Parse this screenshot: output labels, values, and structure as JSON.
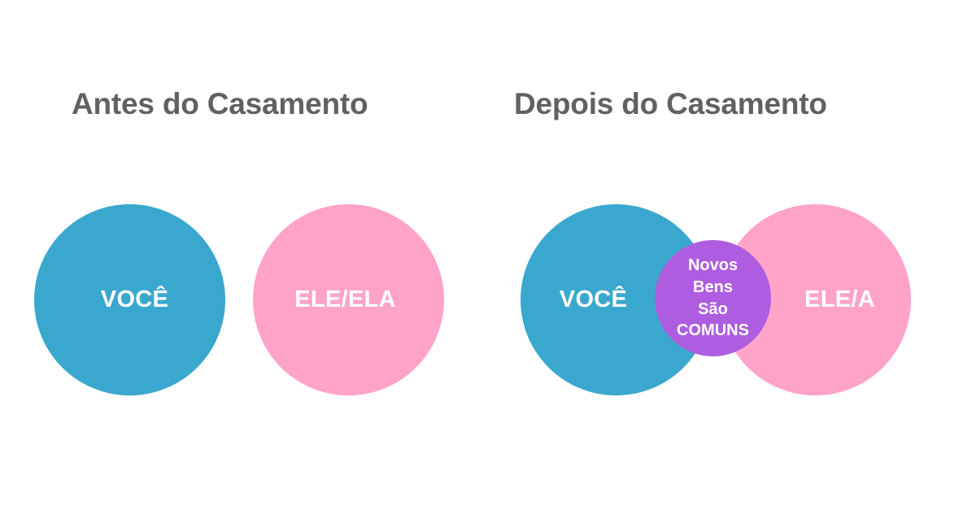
{
  "panels": [
    {
      "id": "before",
      "title": "Antes do Casamento",
      "circles": [
        {
          "name": "you",
          "label": "VOCÊ",
          "color": "#3aa8ce"
        },
        {
          "name": "partner",
          "label": "ELE/ELA",
          "color": "#ffa3c9"
        }
      ]
    },
    {
      "id": "after",
      "title": "Depois do Casamento",
      "circles": [
        {
          "name": "you",
          "label": "VOCÊ",
          "color": "#3aa8ce"
        },
        {
          "name": "partner",
          "label": "ELE/A",
          "color": "#ffa3c9"
        }
      ],
      "shared": {
        "color": "#ae5de0",
        "lines": [
          "Novos",
          "Bens",
          "São",
          "COMUNS"
        ]
      }
    }
  ],
  "colors": {
    "background": "#ffffff",
    "title_text": "#616161",
    "label_text": "#ffffff",
    "blue": "#3aa8ce",
    "pink": "#ffa3c9",
    "purple": "#ae5de0"
  }
}
